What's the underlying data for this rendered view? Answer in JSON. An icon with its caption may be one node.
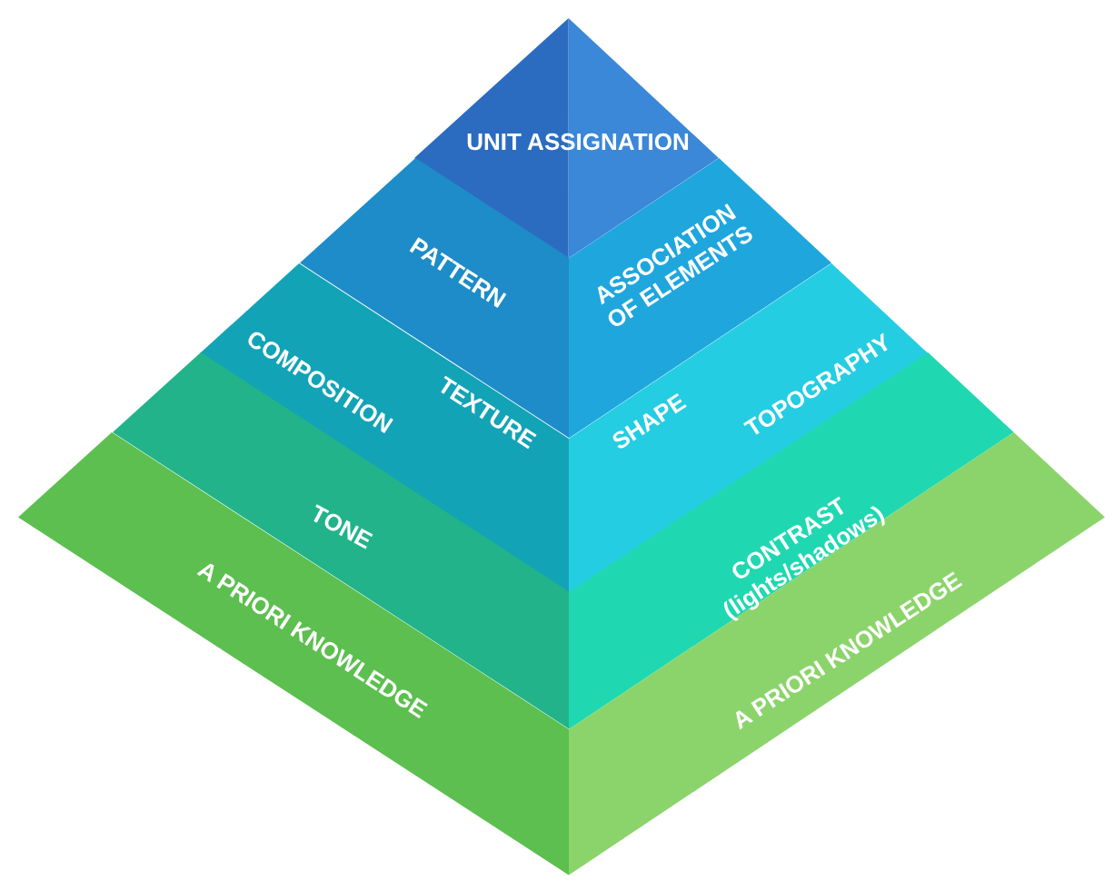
{
  "diagram": {
    "nodes": [
      {
        "text": [
          "UNIT ASSIGNATION"
        ]
      },
      {
        "text": [
          "PATTERN"
        ]
      },
      {
        "text": [
          "ASSOCIATION OF ELEMENTS"
        ]
      },
      {
        "text": [
          "COMPOSITION",
          "TEXTURE"
        ]
      },
      {
        "text": [
          "SHAPE",
          "TOPOGRAPHY"
        ]
      },
      {
        "text": [
          "TONE"
        ]
      },
      {
        "text": [
          "CONTRAST (lights/shadows)"
        ]
      },
      {
        "text": [
          "A PRIORI KNOWLEDGE"
        ]
      },
      {
        "text": [
          "A PRIORI KNOWLEDGE"
        ]
      }
    ]
  }
}
